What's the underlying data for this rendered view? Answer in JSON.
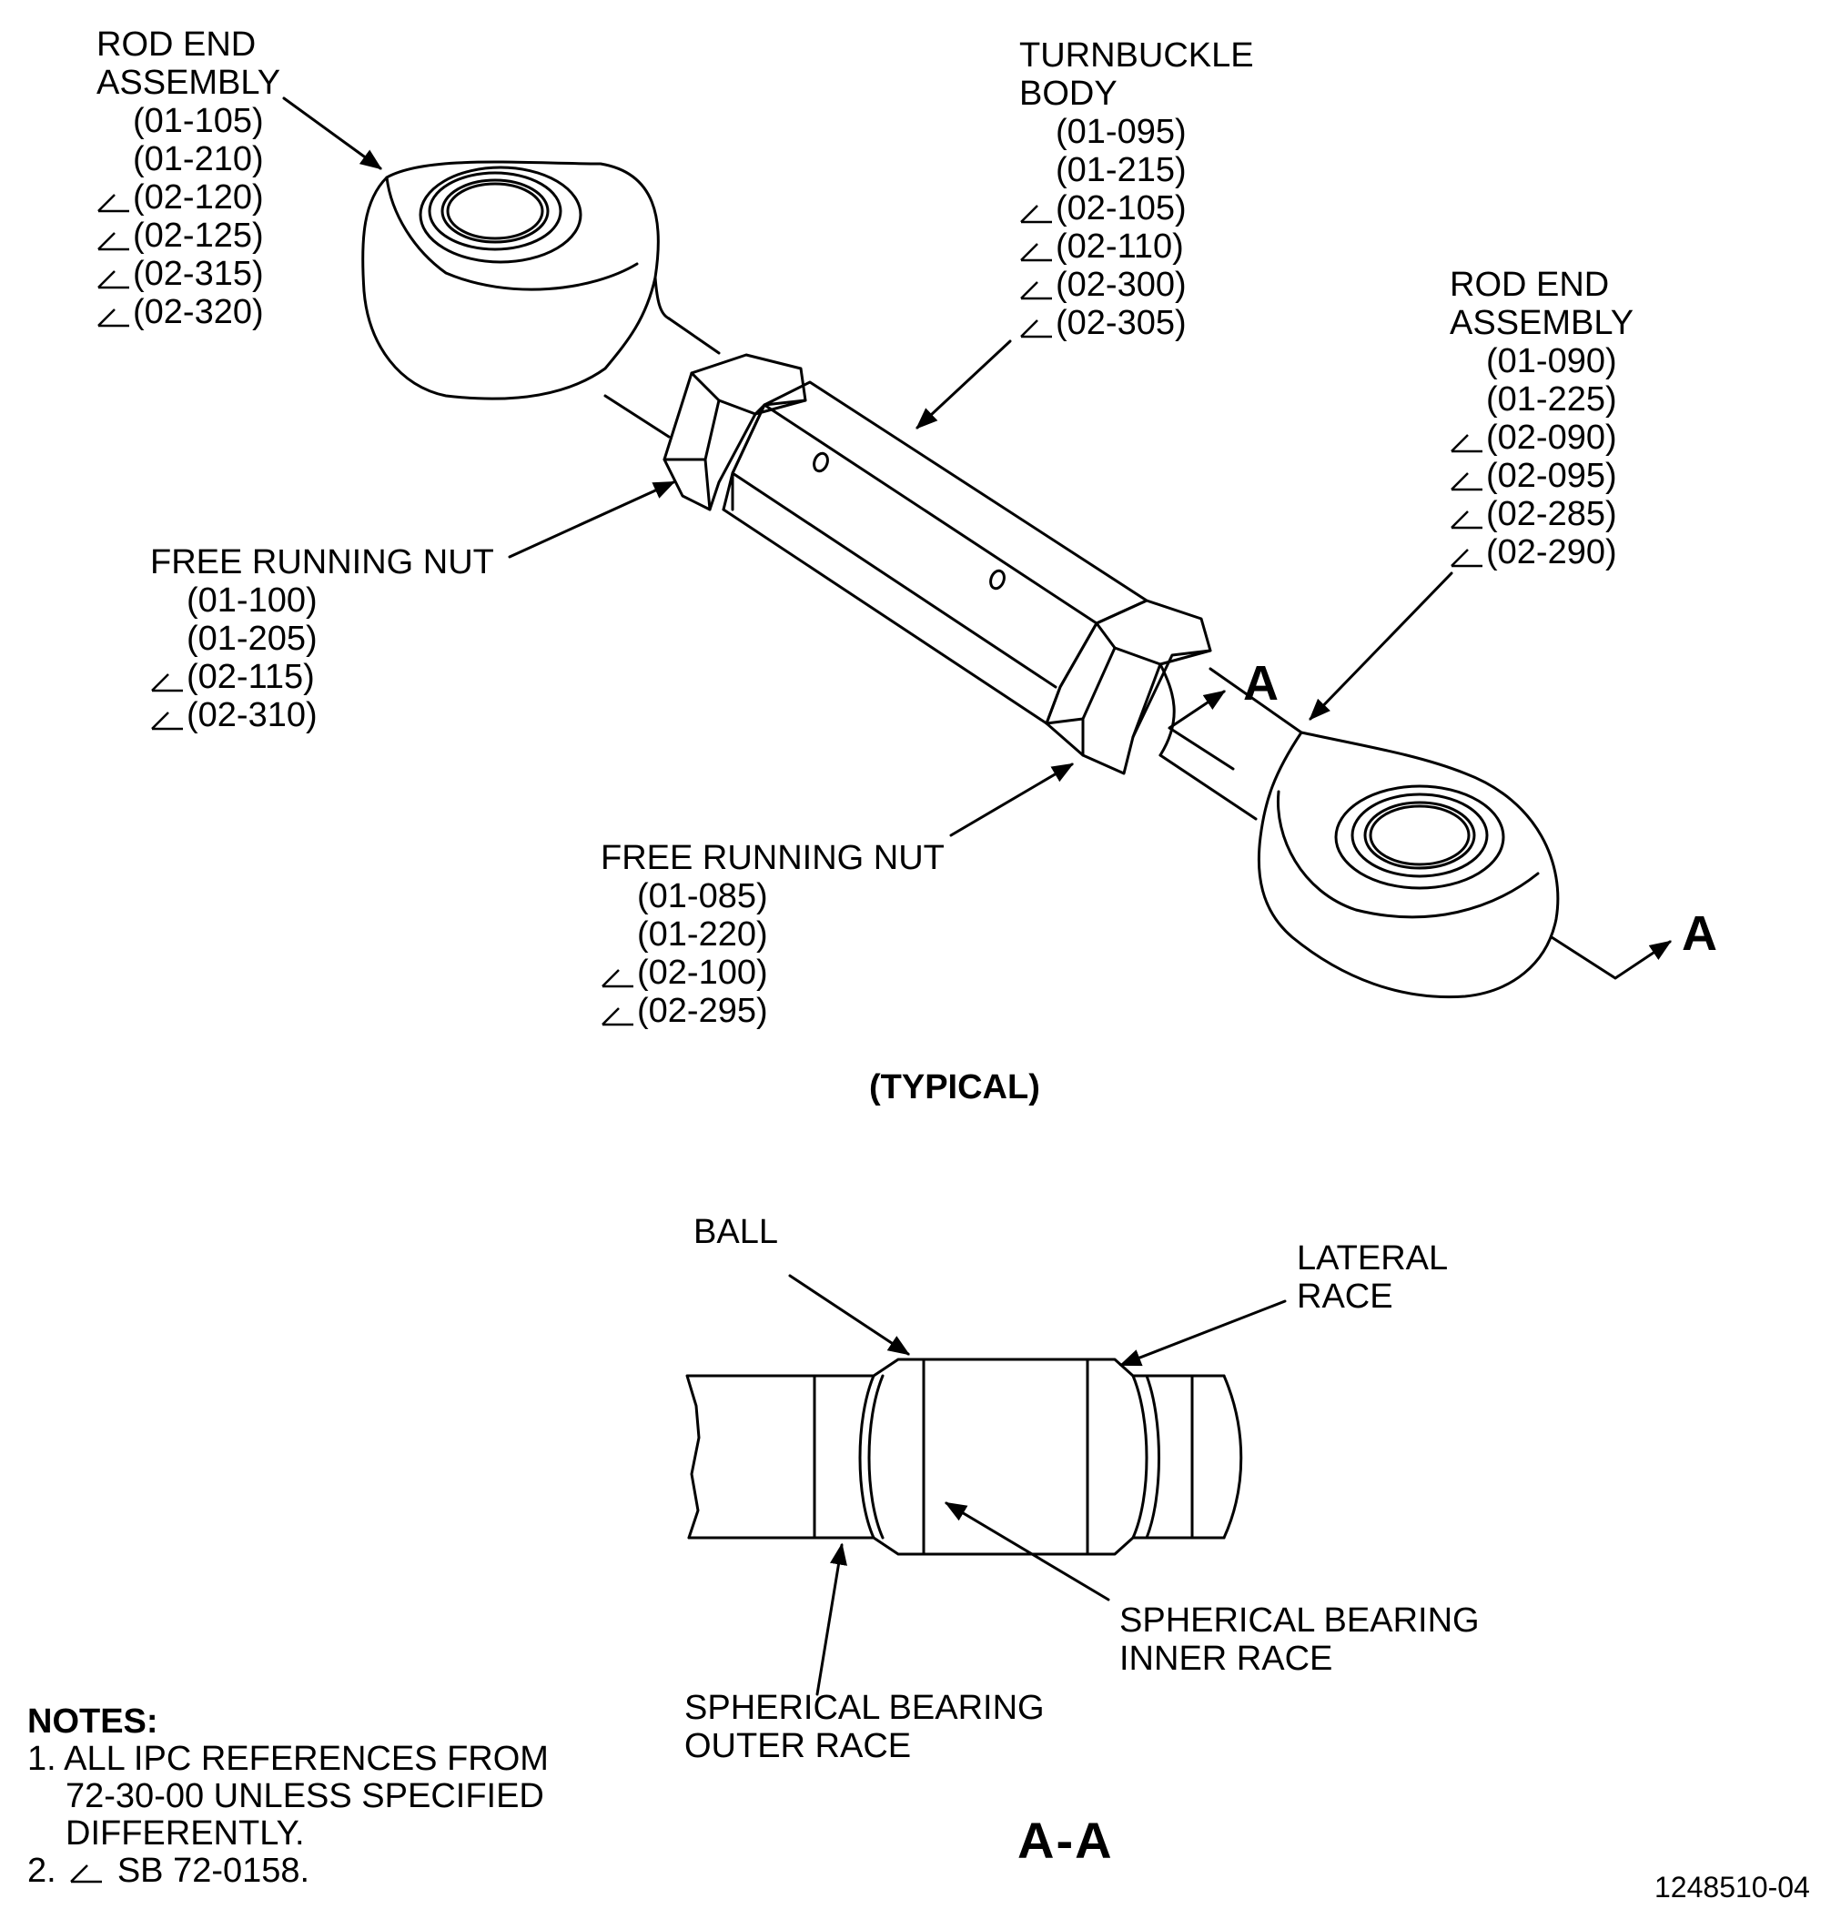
{
  "callouts": {
    "rod_end_left": {
      "title": [
        "ROD END",
        "ASSEMBLY"
      ],
      "refs": [
        {
          "text": "(01-105)",
          "effectivity": false
        },
        {
          "text": "(01-210)",
          "effectivity": false
        },
        {
          "text": "(02-120)",
          "effectivity": true
        },
        {
          "text": "(02-125)",
          "effectivity": true
        },
        {
          "text": "(02-315)",
          "effectivity": true
        },
        {
          "text": "(02-320)",
          "effectivity": true
        }
      ]
    },
    "turnbuckle": {
      "title": [
        "TURNBUCKLE",
        "BODY"
      ],
      "refs": [
        {
          "text": "(01-095)",
          "effectivity": false
        },
        {
          "text": "(01-215)",
          "effectivity": false
        },
        {
          "text": "(02-105)",
          "effectivity": true
        },
        {
          "text": "(02-110)",
          "effectivity": true
        },
        {
          "text": "(02-300)",
          "effectivity": true
        },
        {
          "text": "(02-305)",
          "effectivity": true
        }
      ]
    },
    "rod_end_right": {
      "title": [
        "ROD END",
        "ASSEMBLY"
      ],
      "refs": [
        {
          "text": "(01-090)",
          "effectivity": false
        },
        {
          "text": "(01-225)",
          "effectivity": false
        },
        {
          "text": "(02-090)",
          "effectivity": true
        },
        {
          "text": "(02-095)",
          "effectivity": true
        },
        {
          "text": "(02-285)",
          "effectivity": true
        },
        {
          "text": "(02-290)",
          "effectivity": true
        }
      ]
    },
    "nut_upper": {
      "title": [
        "FREE RUNNING NUT"
      ],
      "refs": [
        {
          "text": "(01-100)",
          "effectivity": false
        },
        {
          "text": "(01-205)",
          "effectivity": false
        },
        {
          "text": "(02-115)",
          "effectivity": true
        },
        {
          "text": "(02-310)",
          "effectivity": true
        }
      ]
    },
    "nut_lower": {
      "title": [
        "FREE RUNNING NUT"
      ],
      "refs": [
        {
          "text": "(01-085)",
          "effectivity": false
        },
        {
          "text": "(01-220)",
          "effectivity": false
        },
        {
          "text": "(02-100)",
          "effectivity": true
        },
        {
          "text": "(02-295)",
          "effectivity": true
        }
      ]
    }
  },
  "section_marker": "A",
  "caption": "(TYPICAL)",
  "section_view": {
    "title": "A-A",
    "ball": "BALL",
    "lateral_race": [
      "LATERAL",
      "RACE"
    ],
    "inner_race": [
      "SPHERICAL BEARING",
      "INNER RACE"
    ],
    "outer_race": [
      "SPHERICAL BEARING",
      "OUTER RACE"
    ]
  },
  "notes": {
    "heading": "NOTES:",
    "note1": [
      "1. ALL IPC REFERENCES FROM",
      "72-30-00 UNLESS SPECIFIED",
      "DIFFERENTLY."
    ],
    "note2": "SB 72-0158.",
    "note2_num": "2."
  },
  "drawing_number": "1248510-04"
}
